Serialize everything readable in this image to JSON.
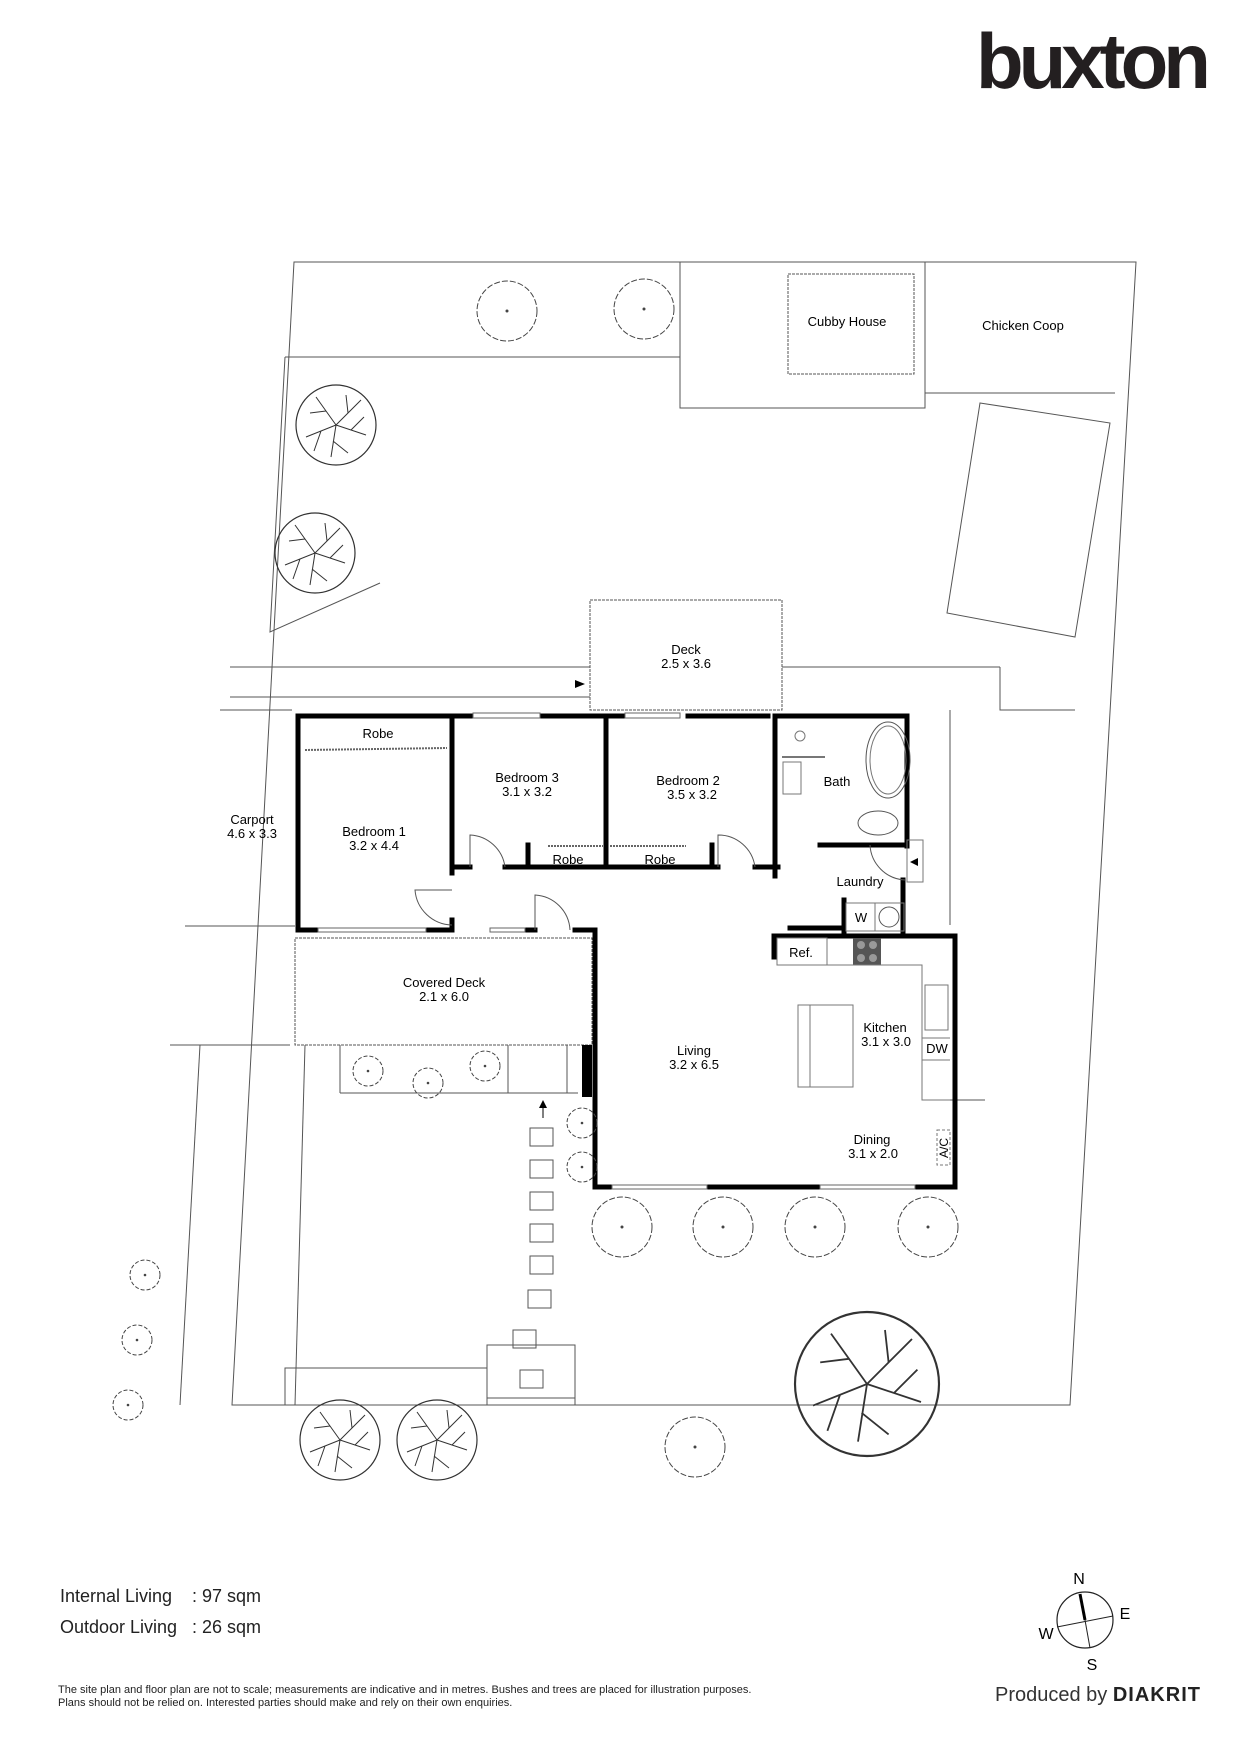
{
  "brand": {
    "name": "buxton"
  },
  "site_labels": {
    "cubby_house": "Cubby House",
    "chicken_coop": "Chicken Coop",
    "carport": {
      "name": "Carport",
      "size": "4.6 x 3.3"
    },
    "deck": {
      "name": "Deck",
      "size": "2.5 x 3.6"
    },
    "covered_deck": {
      "name": "Covered Deck",
      "size": "2.1 x 6.0"
    }
  },
  "rooms": {
    "bedroom1": {
      "name": "Bedroom 1",
      "size": "3.2 x 4.4"
    },
    "bedroom2": {
      "name": "Bedroom 2",
      "size": "3.5 x 3.2"
    },
    "bedroom3": {
      "name": "Bedroom 3",
      "size": "3.1 x 3.2"
    },
    "robe": "Robe",
    "bath": "Bath",
    "laundry": "Laundry",
    "washer": "W",
    "fridge": "Ref.",
    "kitchen": {
      "name": "Kitchen",
      "size": "3.1 x 3.0"
    },
    "dishwasher": "DW",
    "living": {
      "name": "Living",
      "size": "3.2 x 6.5"
    },
    "dining": {
      "name": "Dining",
      "size": "3.1 x 2.0"
    },
    "aircon": "A/C"
  },
  "areas": [
    {
      "label": "Internal Living",
      "value": ": 97 sqm"
    },
    {
      "label": "Outdoor Living",
      "value": ": 26 sqm"
    }
  ],
  "compass": {
    "n": "N",
    "e": "E",
    "s": "S",
    "w": "W"
  },
  "disclaimer": {
    "line1": "The site plan and floor plan are not to scale; measurements are indicative and in metres. Bushes and trees are placed for illustration purposes.",
    "line2": "Plans should not be relied on. Interested parties should make and rely on their own enquiries."
  },
  "credit": {
    "prefix": "Produced by",
    "company": "DIAKRIT"
  }
}
